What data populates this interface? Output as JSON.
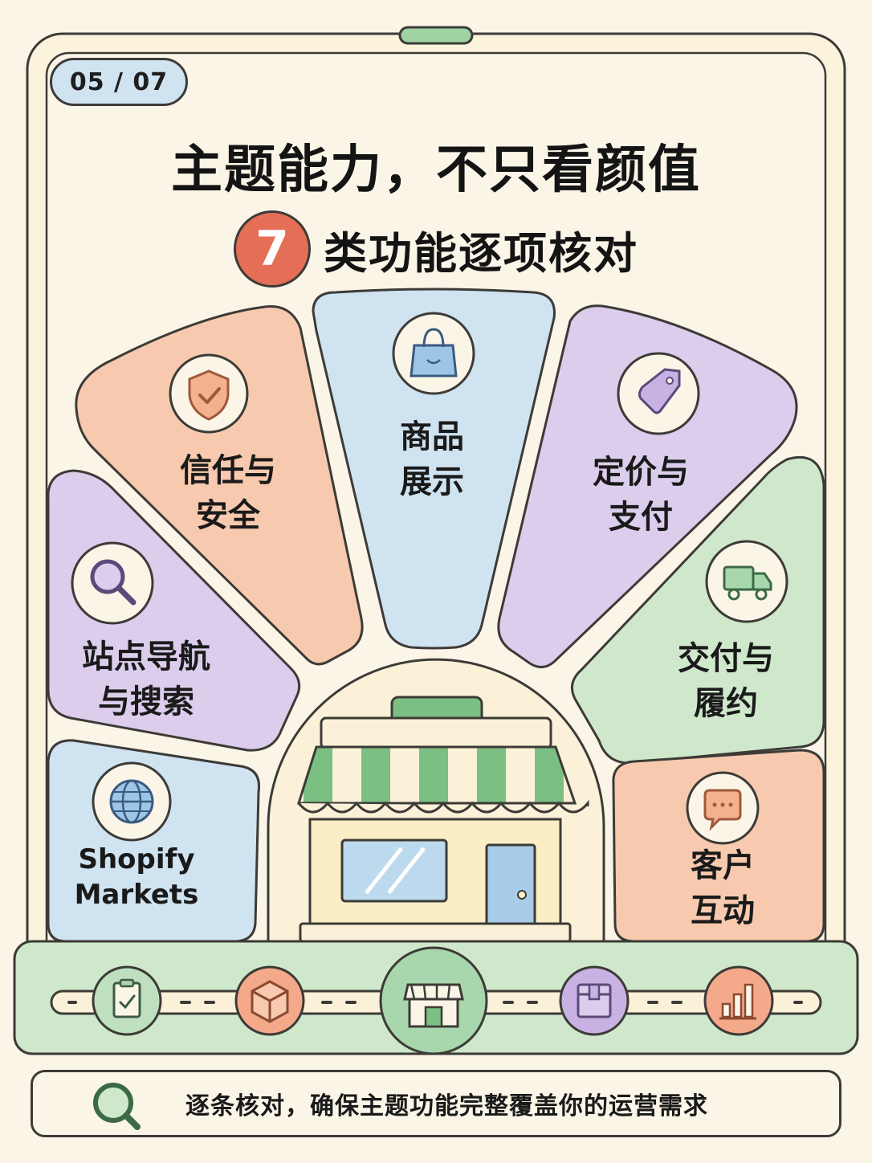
{
  "page_indicator": "05 / 07",
  "title": "主题能力，不只看颜值",
  "subtitle": {
    "number": "7",
    "text": "类功能逐项核对"
  },
  "categories": [
    {
      "line1": "站点导航",
      "line2": "与搜索",
      "icon": "magnifier-icon",
      "color": "#dccdec"
    },
    {
      "line1": "信任与",
      "line2": "安全",
      "icon": "shield-check-icon",
      "color": "#f7c9ae"
    },
    {
      "line1": "商品",
      "line2": "展示",
      "icon": "shopping-bag-icon",
      "color": "#cfe3f1"
    },
    {
      "line1": "定价与",
      "line2": "支付",
      "icon": "price-tag-icon",
      "color": "#dccdec"
    },
    {
      "line1": "交付与",
      "line2": "履约",
      "icon": "delivery-truck-icon",
      "color": "#cfe8cc"
    },
    {
      "line1": "Shopify",
      "line2": "Markets",
      "icon": "globe-icon",
      "color": "#cfe3f1"
    },
    {
      "line1": "客户",
      "line2": "互动",
      "icon": "chat-bubble-icon",
      "color": "#f7c9ae"
    }
  ],
  "timeline_icons": [
    "clipboard-check-icon",
    "box-icon",
    "storefront-icon",
    "package-icon",
    "bar-chart-icon"
  ],
  "footer": {
    "icon": "search-icon",
    "text": "逐条核对，确保主题功能完整覆盖你的运营需求"
  }
}
